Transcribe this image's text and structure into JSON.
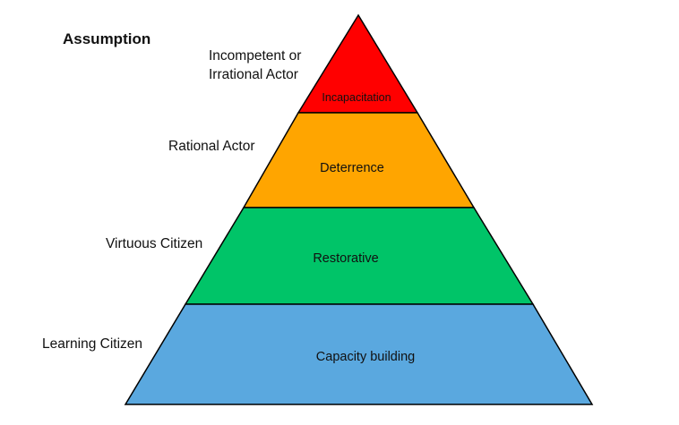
{
  "diagram": {
    "title": "Assumption",
    "tiers": [
      {
        "label": "Incapacitation",
        "assumption": "Incompetent or\nIrrational Actor",
        "color": "#ff0000"
      },
      {
        "label": "Deterrence",
        "assumption": "Rational Actor",
        "color": "#ffa500"
      },
      {
        "label": "Restorative",
        "assumption": "Virtuous Citizen",
        "color": "#00c468"
      },
      {
        "label": "Capacity building",
        "assumption": "Learning Citizen",
        "color": "#5aa8df"
      }
    ],
    "outline_color": "#000000"
  }
}
